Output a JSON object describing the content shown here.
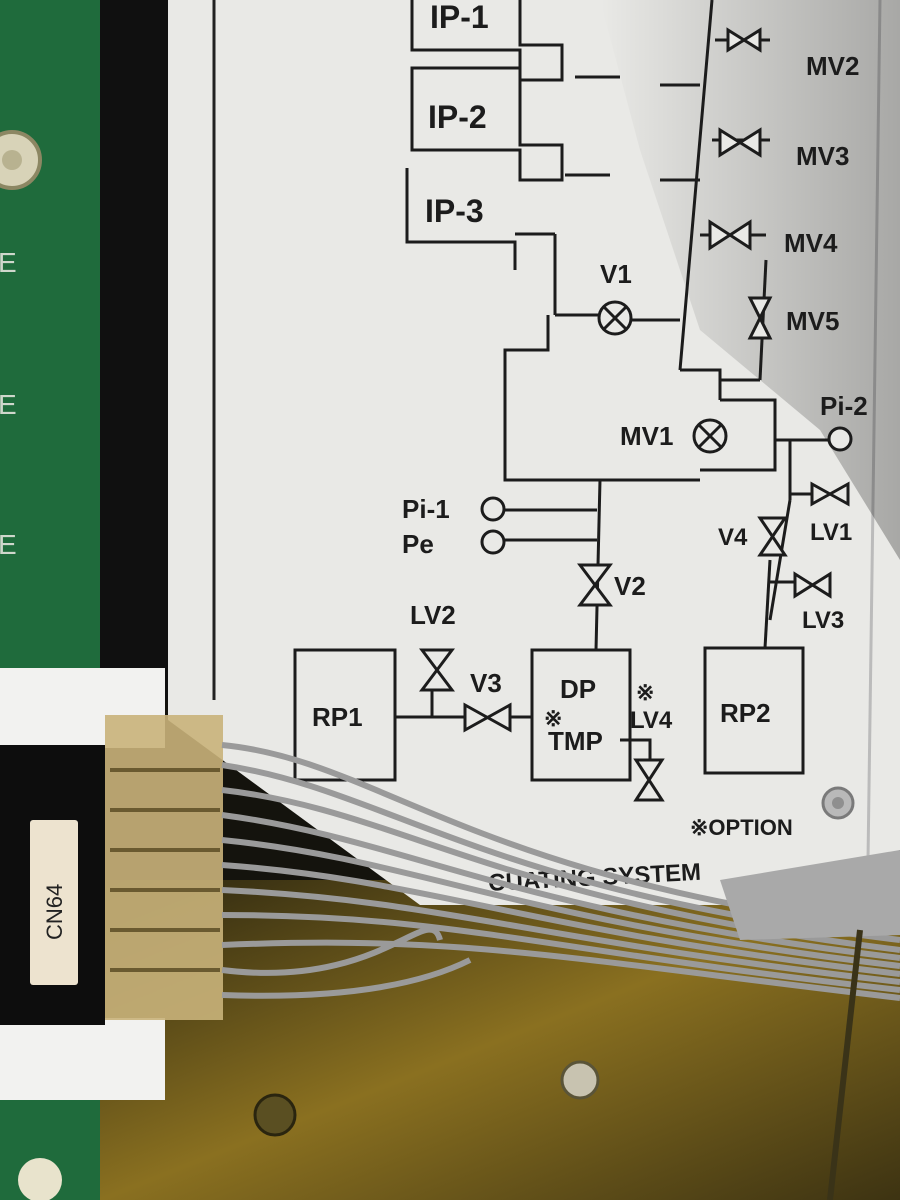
{
  "panel": {
    "title": "CUATING SYSTEM",
    "option_note": "※OPTION"
  },
  "ion_pumps": [
    "IP-1",
    "IP-2",
    "IP-3"
  ],
  "valves": {
    "main": [
      "MV1",
      "MV2",
      "MV3",
      "MV4",
      "MV5"
    ],
    "v": [
      "V1",
      "V2",
      "V3",
      "V4"
    ],
    "leak": [
      "LV1",
      "LV2",
      "LV3",
      "LV4"
    ]
  },
  "gauges": [
    "Pi-1",
    "Pi-2",
    "Pe"
  ],
  "pumps": {
    "rp1": "RP1",
    "rp2": "RP2",
    "dp": "DP",
    "tmp": "TMP",
    "option_mark": "※"
  },
  "connector_label": "CN64",
  "side_letters": [
    "E",
    "E",
    "E"
  ],
  "colors": {
    "panel": "#e9e9e6",
    "ink": "#1c1c1c",
    "pcb_green": "#1f6b3c",
    "connector_tan": "#c9b27a",
    "wire_gray": "#9a9a9a",
    "chassis_gold": "#6b5a1a"
  }
}
